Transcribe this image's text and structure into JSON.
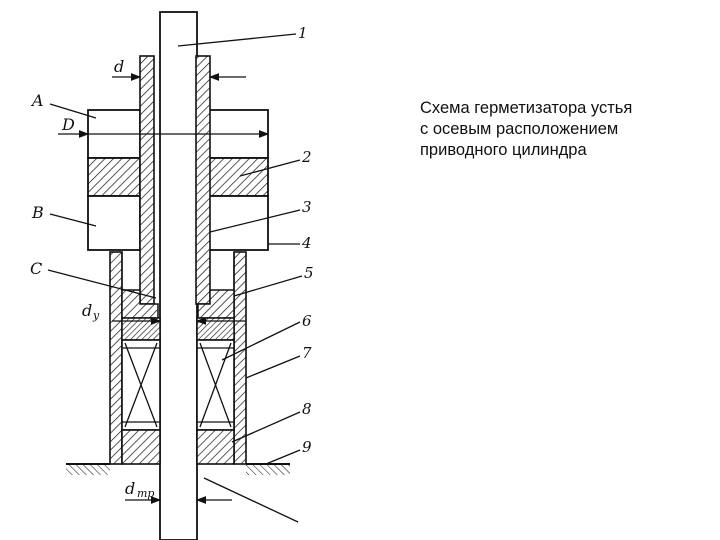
{
  "caption": {
    "lines": [
      "Схема герметизатора устья",
      "с осевым расположением",
      "приводного цилиндра"
    ]
  },
  "diagram": {
    "letters": {
      "A": "A",
      "B": "B",
      "C": "C",
      "d": "d",
      "D": "D",
      "dy_main": "d",
      "dy_sub": "у",
      "dtr_main": "d",
      "dtr_sub": "тр"
    },
    "numbers": [
      "1",
      "2",
      "3",
      "4",
      "5",
      "6",
      "7",
      "8",
      "9"
    ]
  },
  "colors": {
    "ink": "#111111",
    "background": "#ffffff"
  }
}
